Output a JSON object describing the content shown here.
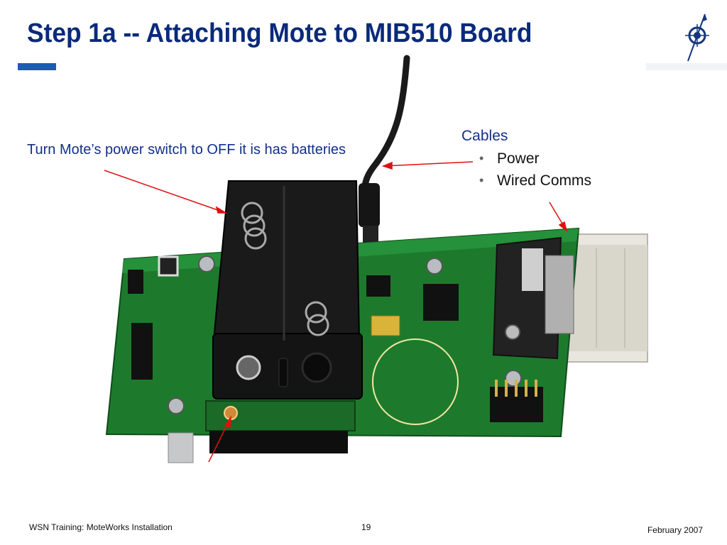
{
  "title": "Step 1a -- Attaching Mote to MIB510 Board",
  "note_left": "Turn Mote’s power switch to OFF it is has batteries",
  "cables": {
    "heading": "Cables",
    "items": [
      "Power",
      "Wired Comms"
    ]
  },
  "footer": {
    "left": "WSN Training: MoteWorks Installation",
    "page": "19",
    "right": "February 2007"
  },
  "colors": {
    "title": "#0a2a7a",
    "accent": "#1f5bb5",
    "annotation_arrow": "#e01010",
    "pcb_green": "#1e7a2e"
  },
  "icons": [
    "compass-logo-icon"
  ]
}
